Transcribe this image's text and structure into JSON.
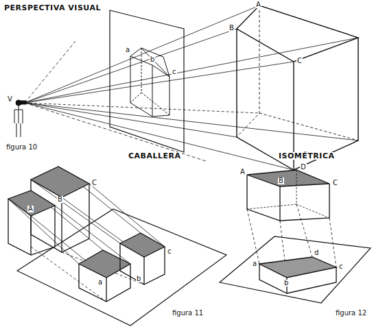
{
  "diagram": {
    "labels": [
      "PERSPECTIVA VISUAL",
      "V",
      "a",
      "b",
      "c",
      "A",
      "B",
      "C",
      "figura 10",
      "CABALLERA",
      "ISOMÉTRICA",
      "C",
      "B",
      "A",
      "a",
      "b",
      "c",
      "A",
      "D",
      "B",
      "C",
      "a",
      "d",
      "b",
      "c",
      "figura 11",
      "figura 12"
    ]
  }
}
